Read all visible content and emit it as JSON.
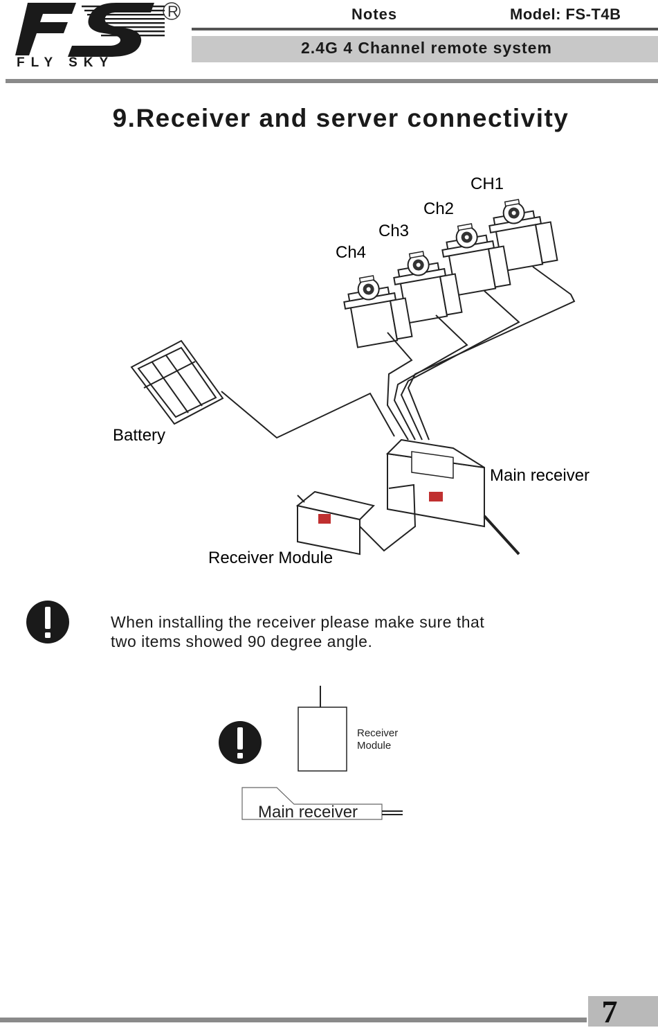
{
  "header": {
    "brand_mark": "FS",
    "brand_name": "FLY SKY",
    "registered_mark": "R",
    "notes_label": "Notes",
    "model_label": "Model",
    "model_separator": ":",
    "model_value": "FS-T4B",
    "subtitle": "2.4G 4 Channel remote system"
  },
  "section": {
    "title": "9.Receiver and server connectivity"
  },
  "diagram": {
    "labels": {
      "ch1": "CH1",
      "ch2": "Ch2",
      "ch3": "Ch3",
      "ch4": "Ch4",
      "battery": "Battery",
      "main_receiver": "Main receiver",
      "receiver_module": "Receiver Module"
    }
  },
  "warning": {
    "icon": "exclamation-icon",
    "line1": "When installing the receiver please make sure that",
    "line2": "two items showed 90 degree angle."
  },
  "orientation": {
    "icon": "exclamation-icon",
    "module_label_line1": "Receiver",
    "module_label_line2": "Module",
    "main_receiver_label": "Main receiver"
  },
  "footer": {
    "page_number": "7"
  }
}
